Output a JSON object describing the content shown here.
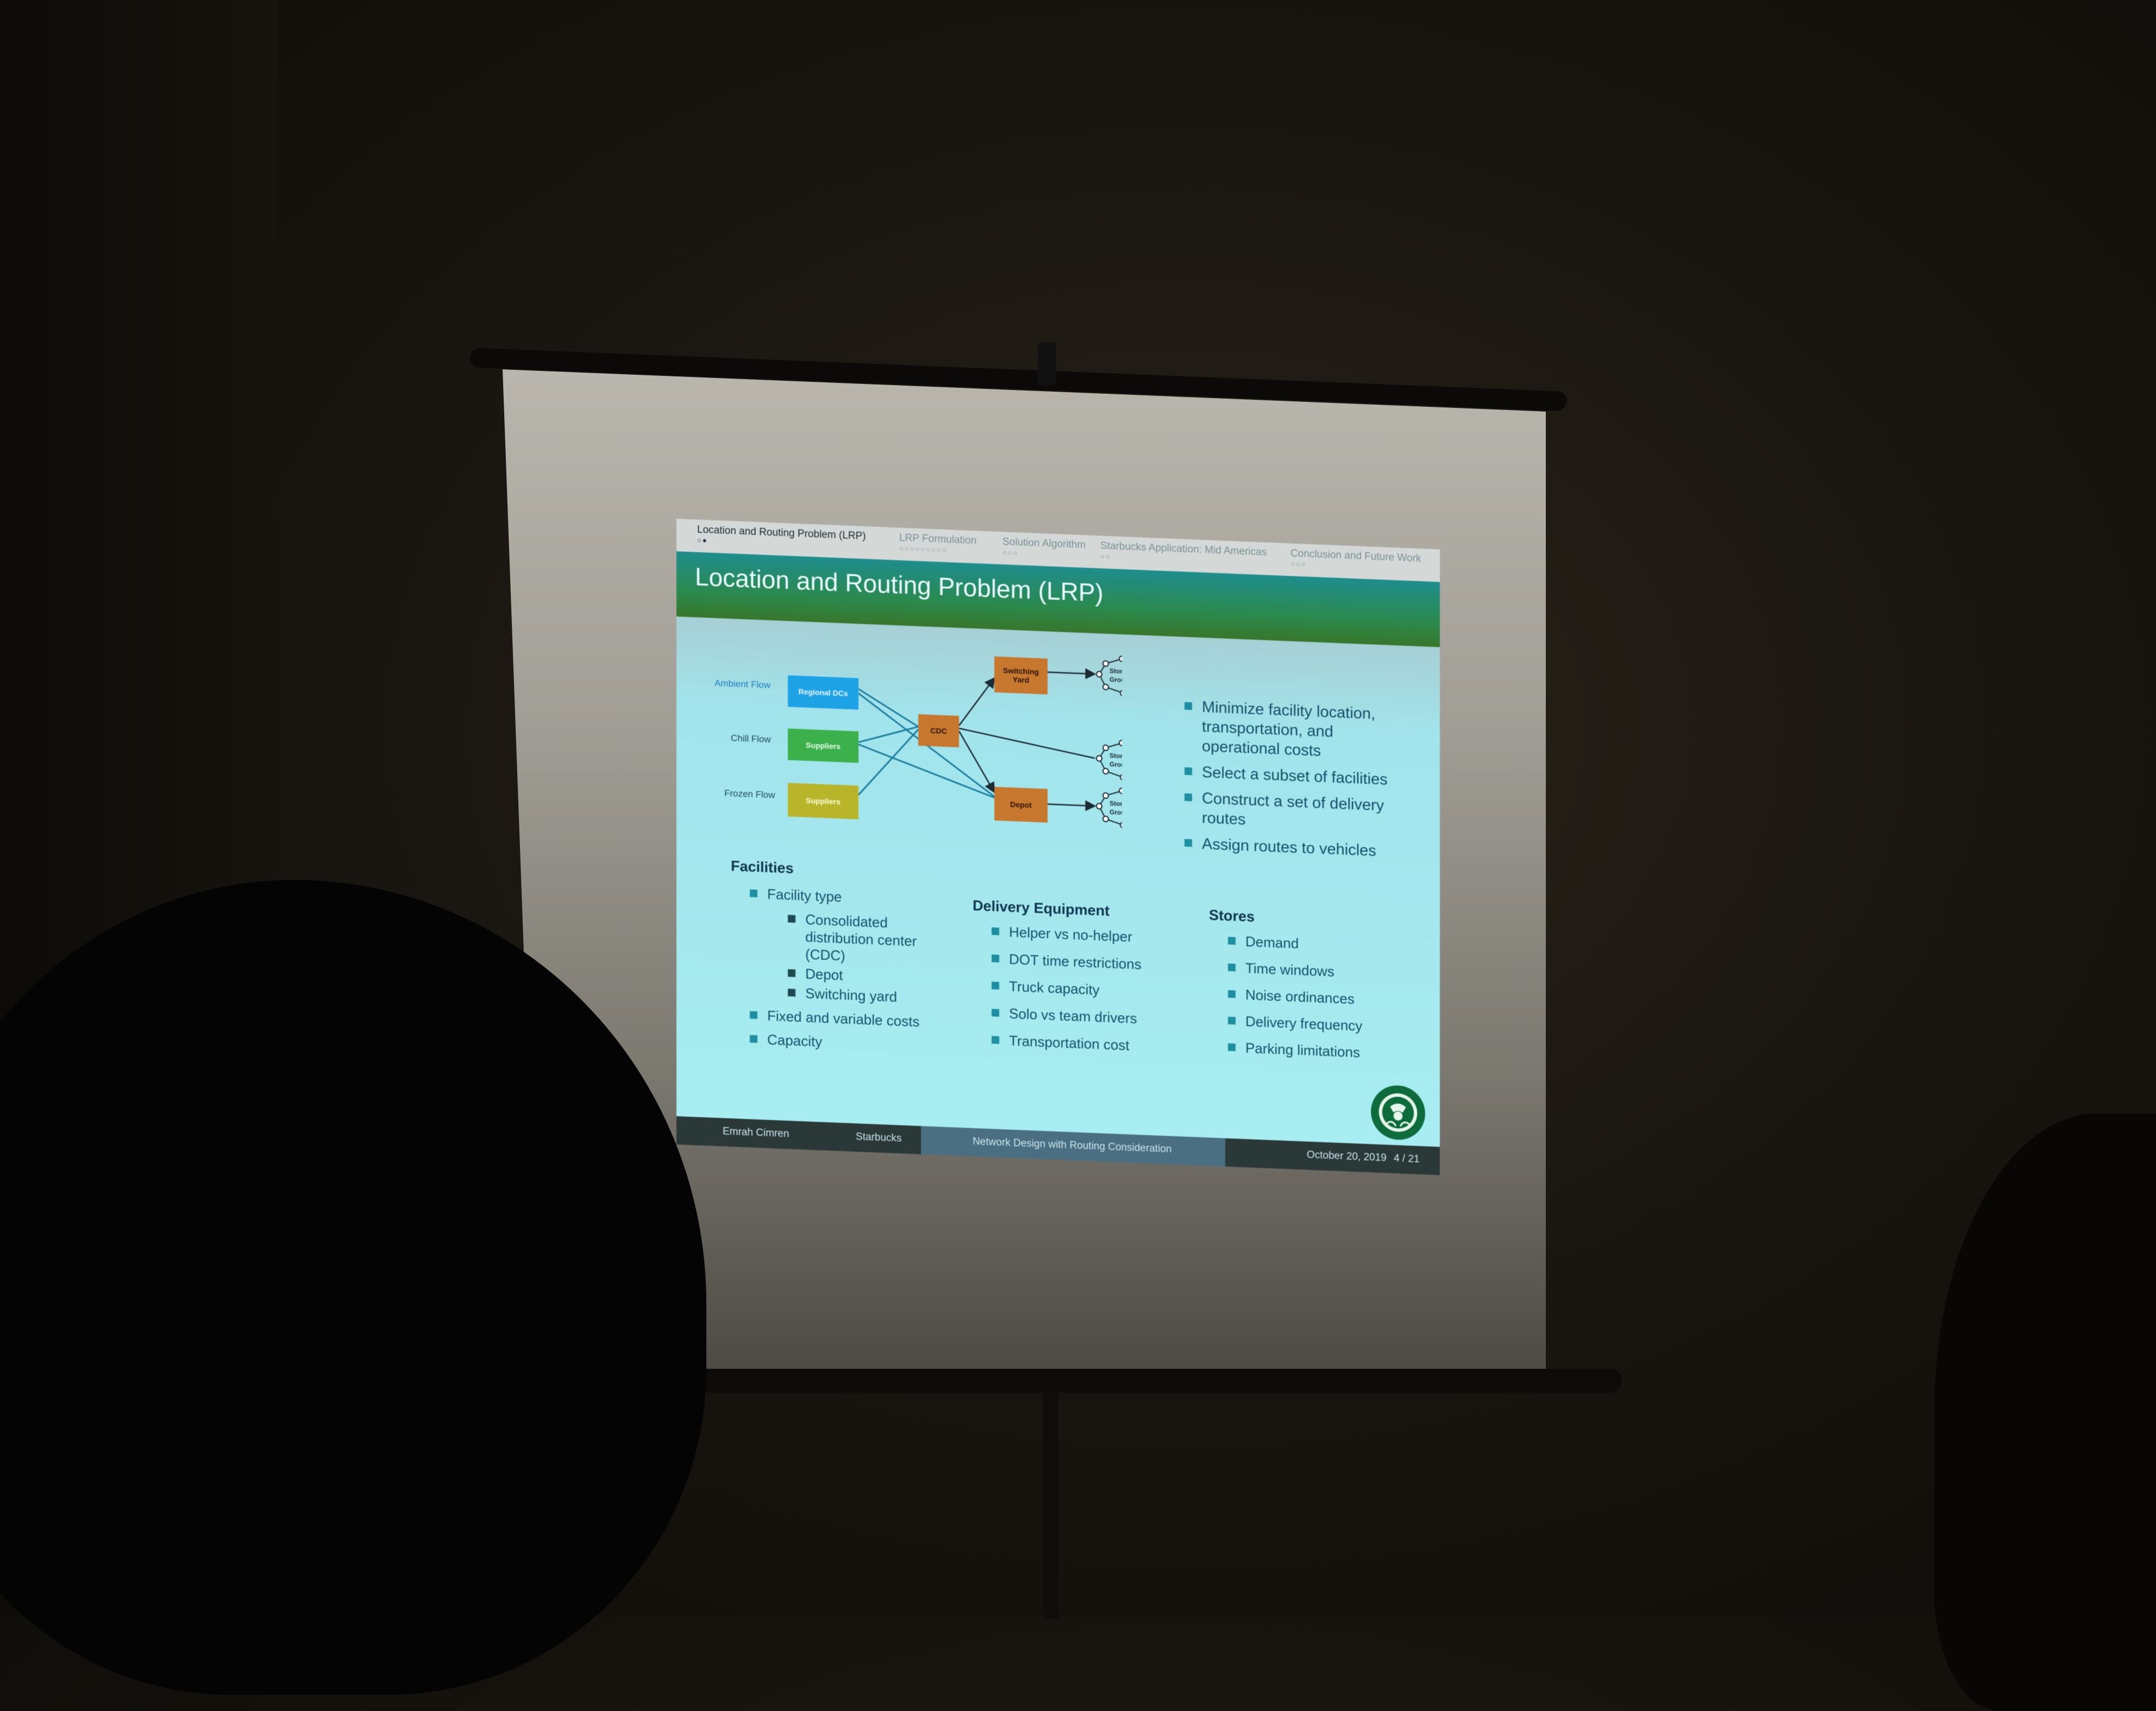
{
  "slide": {
    "nav": {
      "items": [
        {
          "label": "Location and Routing Problem (LRP)",
          "dots": "○●"
        },
        {
          "label": "LRP Formulation",
          "dots": "○○○○○○○○○"
        },
        {
          "label": "Solution Algorithm",
          "dots": "○○○"
        },
        {
          "label": "Starbucks Application: Mid Americas",
          "dots": "○○"
        },
        {
          "label": "Conclusion and Future Work",
          "dots": "○○○"
        }
      ]
    },
    "title": "Location and Routing Problem (LRP)",
    "diagram": {
      "flows": [
        "Ambient Flow",
        "Chill Flow",
        "Frozen Flow"
      ],
      "sources": [
        "Regional DCs",
        "Suppliers",
        "Suppliers"
      ],
      "cdc": "CDC",
      "switching_yard": "Switching Yard",
      "depot": "Depot",
      "store_group": [
        "Store",
        "Group"
      ],
      "colors": {
        "regional_dcs": "#1ea2e6",
        "chill_suppliers": "#3cb04a",
        "frozen_suppliers": "#b9b52a",
        "facility": "#c8772e"
      }
    },
    "right_bullets": [
      "Minimize facility location, transportation, and operational costs",
      "Select a subset of facilities",
      "Construct a set of delivery routes",
      "Assign routes to vehicles"
    ],
    "facilities": {
      "heading": "Facilities",
      "type": "Facility type",
      "types": [
        "Consolidated distribution center (CDC)",
        "Depot",
        "Switching yard"
      ],
      "costs": "Fixed and variable costs",
      "capacity": "Capacity"
    },
    "equipment": {
      "heading": "Delivery Equipment",
      "items": [
        "Helper vs no-helper",
        "DOT time restrictions",
        "Truck capacity",
        "Solo vs team drivers",
        "Transportation cost"
      ]
    },
    "stores": {
      "heading": "Stores",
      "items": [
        "Demand",
        "Time windows",
        "Noise ordinances",
        "Delivery frequency",
        "Parking limitations"
      ]
    },
    "footer": {
      "author": "Emrah Cimren",
      "org": "Starbucks",
      "talk": "Network Design with Routing Consideration",
      "date": "October 20, 2019",
      "page": "4 / 21"
    },
    "logo": "starbucks-siren-logo"
  }
}
